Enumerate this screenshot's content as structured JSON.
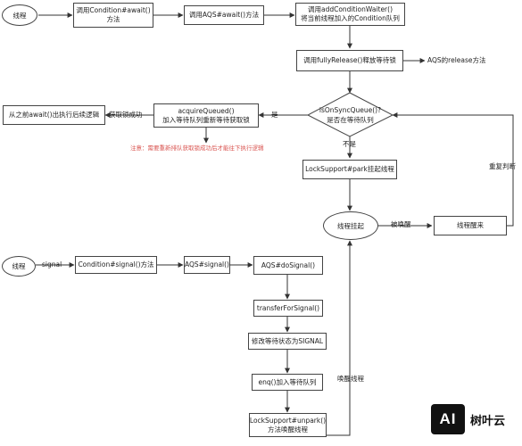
{
  "top_flow": {
    "start": "线程",
    "step1": [
      "调用Condition#await()",
      "方法"
    ],
    "step2": "调用AQS#await()方法",
    "step3": [
      "调用addConditionWaiter()",
      "将当前线程加入的Condition队列"
    ],
    "step4": "调用fullyRelease()释放等待锁",
    "step4_side": "AQS的release方法",
    "decision": [
      "isOnSyncQueue()?",
      "是否在等待队列"
    ],
    "yes_label": "是",
    "no_label": "不是",
    "acquire": [
      "acquireQueued()",
      "加入等待队列重新等待获取锁"
    ],
    "acquire_success_label": "获取锁成功",
    "after_await": "从之前await()出执行后续逻辑",
    "note": "注意：需要重新排队获取锁成功后才能往下执行逻辑",
    "park": "LockSupport#park挂起线程",
    "suspended": "线程挂起",
    "woken_label": "被唤醒",
    "awake": "线程醒来",
    "repeat_label": "重复判断"
  },
  "bottom_flow": {
    "start": "线程",
    "signal_label": "signal",
    "s1": "Condition#signal()方法",
    "s2": "AQS#signal()",
    "s3": "AQS#doSignal()",
    "s4": "transferForSignal()",
    "s5": "修改等待状态为SIGNAL",
    "s6": "enq()加入等待队列",
    "s7": [
      "LockSupport#unpark()",
      "方法唤醒线程"
    ],
    "wake_label": "唤醒线程"
  },
  "watermark": {
    "mark": "AI",
    "text": "树叶云"
  }
}
